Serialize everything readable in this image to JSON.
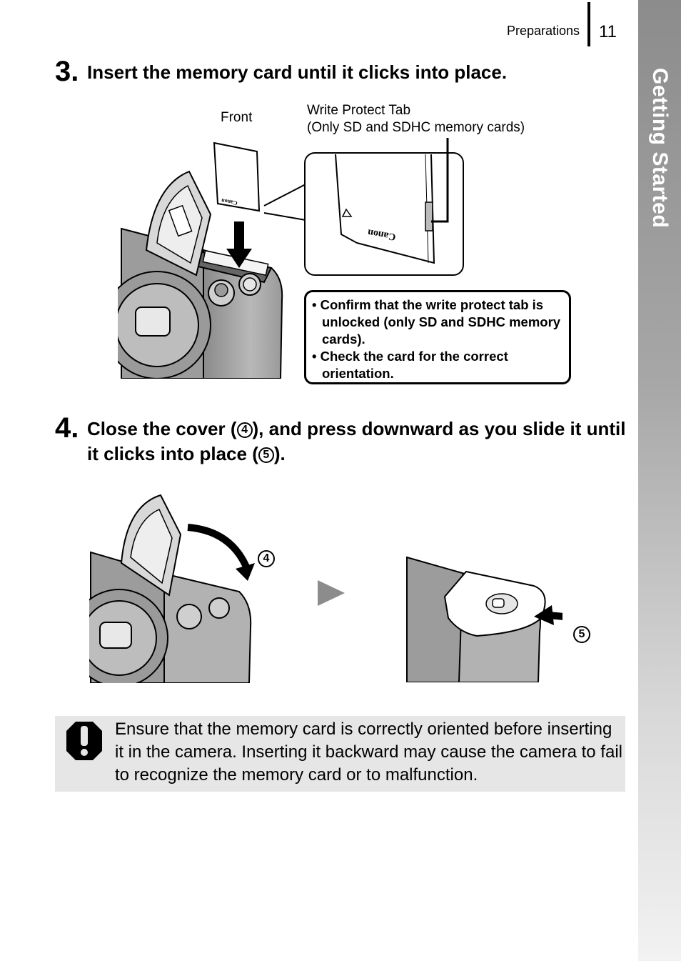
{
  "header": {
    "section": "Preparations",
    "page": "11"
  },
  "side_tab": {
    "label": "Getting Started"
  },
  "step3": {
    "number": "3.",
    "title": "Insert the memory card until it clicks into place.",
    "labels": {
      "front": "Front",
      "write_protect_line1": "Write Protect Tab",
      "write_protect_line2": "(Only SD and SDHC memory cards)"
    },
    "card_brand": "Canon",
    "notes": [
      "Confirm that the write protect tab is unlocked (only SD and SDHC memory cards).",
      "Check the card for the correct orientation."
    ]
  },
  "step4": {
    "number": "4.",
    "title_part1": "Close the cover (",
    "marker_a": "4",
    "title_part2": "), and press downward as you slide it until it clicks into place (",
    "marker_b": "5",
    "title_part3": ")."
  },
  "figure_markers": {
    "cover": "4",
    "slide": "5"
  },
  "caution": {
    "icon": "exclamation-icon",
    "text": "Ensure that the memory card is correctly oriented before inserting it in the camera. Inserting it backward may cause the camera to fail to recognize the memory card or to malfunction."
  }
}
